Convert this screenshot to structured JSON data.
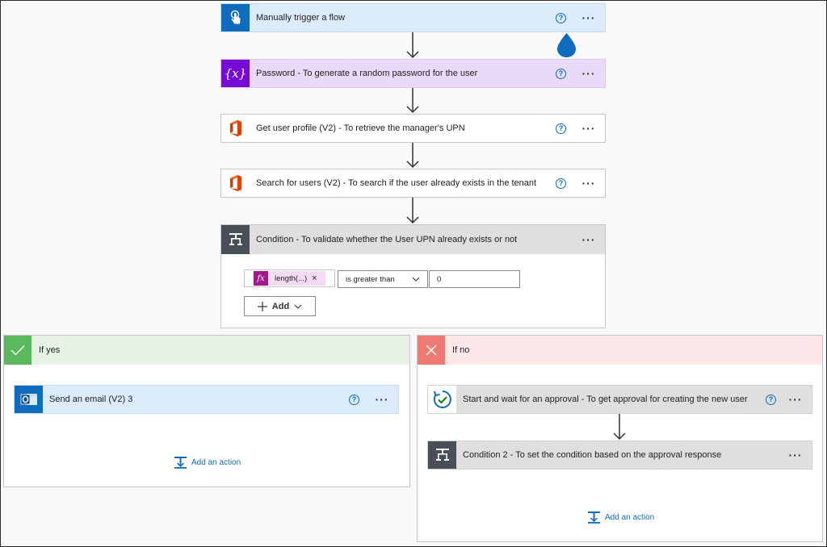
{
  "steps": [
    {
      "title": "Manually trigger a flow",
      "icon": "touch-icon"
    },
    {
      "title": "Password - To generate a random password for the user",
      "icon": "variable-icon"
    },
    {
      "title": "Get user profile (V2) - To retrieve the manager's UPN",
      "icon": "office365-icon"
    },
    {
      "title": "Search for users (V2) - To search if the user already exists in the tenant",
      "icon": "office365-icon"
    },
    {
      "title": "Condition - To validate whether the User UPN already exists or not",
      "icon": "condition-icon"
    }
  ],
  "condition": {
    "token": "length(...)",
    "token_remove": "×",
    "operator": "is greater than",
    "value": "0",
    "add_label": "Add"
  },
  "yes_branch": {
    "label": "If yes",
    "steps": [
      {
        "title": "Send an email (V2) 3",
        "icon": "outlook-icon"
      }
    ],
    "add_action": "Add an action"
  },
  "no_branch": {
    "label": "If no",
    "steps": [
      {
        "title": "Start and wait for an approval - To get approval for creating the new user",
        "icon": "approval-icon"
      },
      {
        "title": "Condition 2 - To set the condition based on the approval response",
        "icon": "condition-icon"
      }
    ],
    "add_action": "Add an action"
  },
  "help_glyph": "?",
  "more_glyph": "···",
  "colors": {
    "trigger": "#0f6cbd",
    "trigger_bg": "#dcebfa",
    "variable": "#770bd6",
    "variable_bg": "#ead9f8",
    "condition": "#484f58",
    "condition_bg": "#e1dfdd",
    "yes": "#5cb85c",
    "yes_bg": "#e5f2e5",
    "no": "#ee7a73",
    "no_bg": "#fde7e9",
    "outlook_bg": "#dcebfa",
    "link": "#0f6cbd"
  }
}
